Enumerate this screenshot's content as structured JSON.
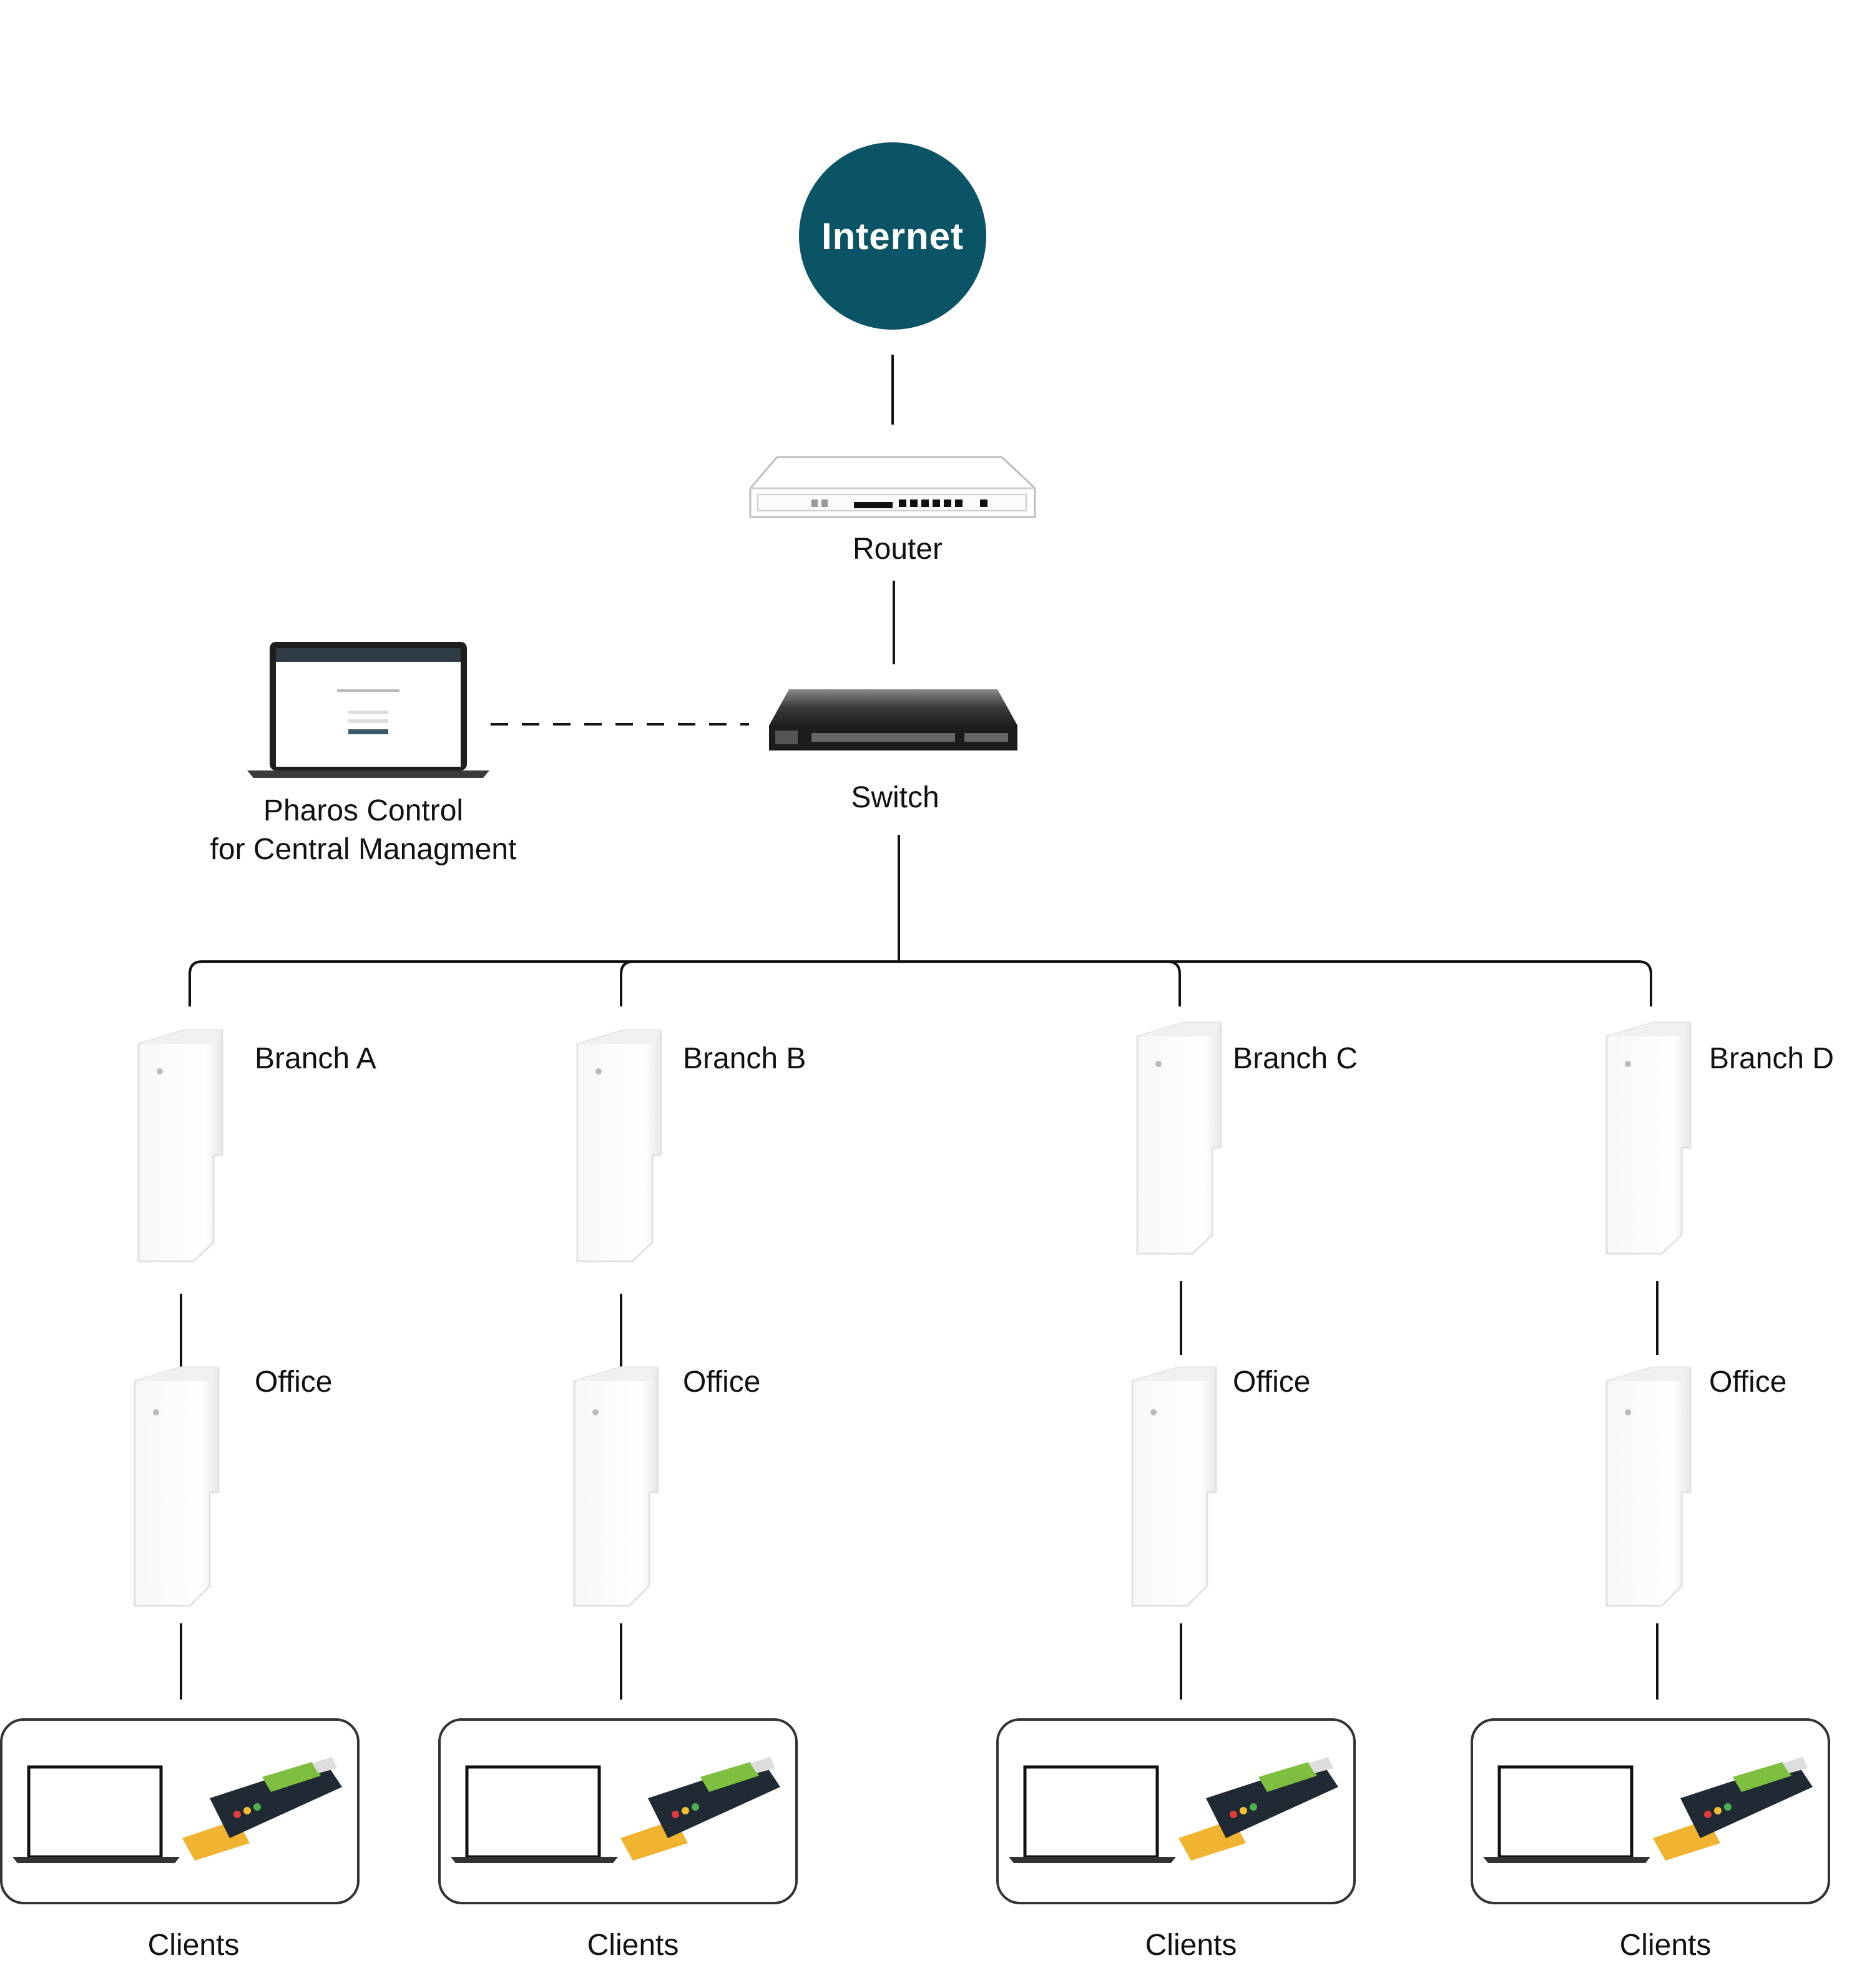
{
  "nodes": {
    "internet": "Internet",
    "router": "Router",
    "switch": "Switch",
    "pharos_line1": "Pharos Control",
    "pharos_line2": "for Central  Managment"
  },
  "branches": [
    {
      "name": "Branch A",
      "office": "Office",
      "clients": "Clients"
    },
    {
      "name": "Branch B",
      "office": "Office",
      "clients": "Clients"
    },
    {
      "name": "Branch C",
      "office": "Office",
      "clients": "Clients"
    },
    {
      "name": "Branch D",
      "office": "Office",
      "clients": "Clients"
    }
  ],
  "colors": {
    "internet": "#0b5466",
    "line": "#111111",
    "card_terminal": "#1f2a35",
    "card_screen": "#7fbf3f",
    "card": "#f0b431"
  },
  "icons": [
    "router-icon",
    "switch-icon",
    "laptop-icon",
    "access-point-icon",
    "payment-terminal-icon"
  ]
}
